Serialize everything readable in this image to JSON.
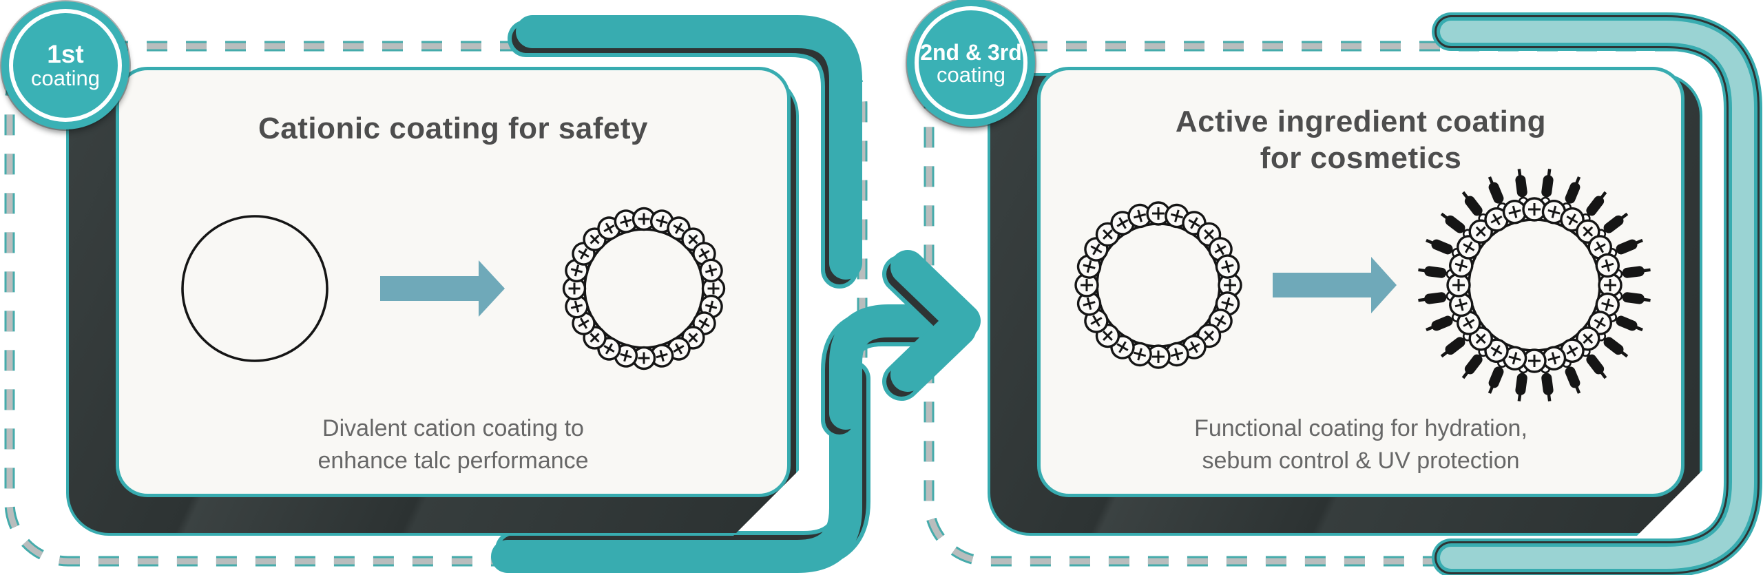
{
  "colors": {
    "teal_strong": "#38acb0",
    "teal_light": "#9ad3d3",
    "badge_fill": "#3ab1b5",
    "small_arrow": "#6fa9b9",
    "charcoal_shadow": "#2e3434",
    "card_background": "#f9f8f5",
    "title_text": "#4d4d4d",
    "caption_text": "#676767",
    "dash_gray": "#b9bdbd",
    "badge_text": "#ffffff",
    "particle_ink": "#151515"
  },
  "panels": [
    {
      "badge": {
        "line1": "1st",
        "line2": "coating"
      },
      "title_line1": "Cationic coating for safety",
      "title_line2": "",
      "caption_line1": "Divalent cation coating to",
      "caption_line2": "enhance talc performance",
      "molecules": {
        "before": {
          "icon": "plain-talc-particle-icon",
          "beads": 0,
          "spikes": 0
        },
        "after": {
          "icon": "cation-coated-particle-icon",
          "beads": 24,
          "spikes": 0
        }
      }
    },
    {
      "badge": {
        "line1": "2nd & 3rd",
        "line2": "coating"
      },
      "title_line1": "Active ingredient coating",
      "title_line2": "for cosmetics",
      "caption_line1": "Functional coating for hydration,",
      "caption_line2": "sebum control & UV protection",
      "molecules": {
        "before": {
          "icon": "cation-coated-particle-icon",
          "beads": 24,
          "spikes": 0
        },
        "after": {
          "icon": "active-ingredient-coated-particle-icon",
          "beads": 24,
          "spikes": 24
        }
      }
    }
  ],
  "connector": {
    "meaning": "process flow from 1st coating step to 2nd & 3rd coating step"
  }
}
